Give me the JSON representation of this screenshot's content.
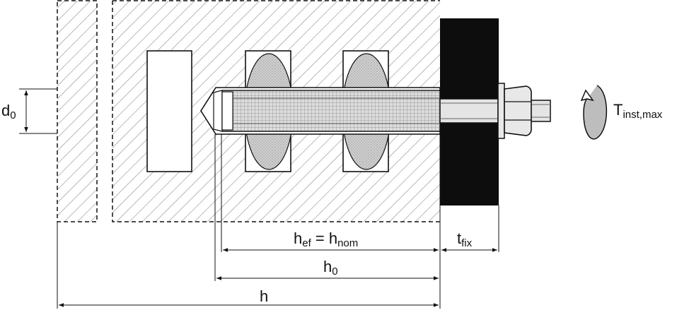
{
  "labels": {
    "d0": {
      "main": "d",
      "sub": "0"
    },
    "torque": {
      "main": "T",
      "sub": "inst,max"
    },
    "hef": {
      "main1": "h",
      "sub1": "ef",
      "eq": " = ",
      "main2": "h",
      "sub2": "nom"
    },
    "tfix": {
      "main": "t",
      "sub": "fix"
    },
    "h0": {
      "main": "h",
      "sub": "0"
    },
    "h": {
      "main": "h"
    }
  },
  "colors": {
    "line": "#111111",
    "hatch": "#8c8c8c",
    "fixture": "#0d0d0d",
    "mortar": "#c8c8c8",
    "rod": "#e4e4e4"
  }
}
